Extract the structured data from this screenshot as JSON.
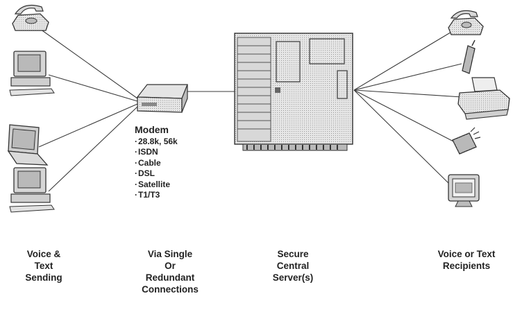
{
  "modem": {
    "title": "Modem",
    "options": [
      "28.8k, 56k",
      "ISDN",
      "Cable",
      "DSL",
      "Satellite",
      "T1/T3"
    ]
  },
  "captions": {
    "senders": "Voice &\nText\nSending",
    "connections": "Via Single\nOr\nRedundant\nConnections",
    "server": "Secure\nCentral\nServer(s)",
    "recipients": "Voice or Text\nRecipients"
  },
  "icons": {
    "senders": [
      "telephone-icon",
      "desktop-computer-icon",
      "laptop-icon",
      "desktop-computer-icon"
    ],
    "recipients": [
      "telephone-icon",
      "cell-phone-icon",
      "fax-machine-icon",
      "pager-icon",
      "computer-monitor-icon"
    ],
    "center": [
      "modem-icon",
      "server-rack-icon"
    ]
  },
  "colors": {
    "line": "#3a3a3a",
    "fill": "#dcdcdc",
    "dark": "#333333"
  }
}
